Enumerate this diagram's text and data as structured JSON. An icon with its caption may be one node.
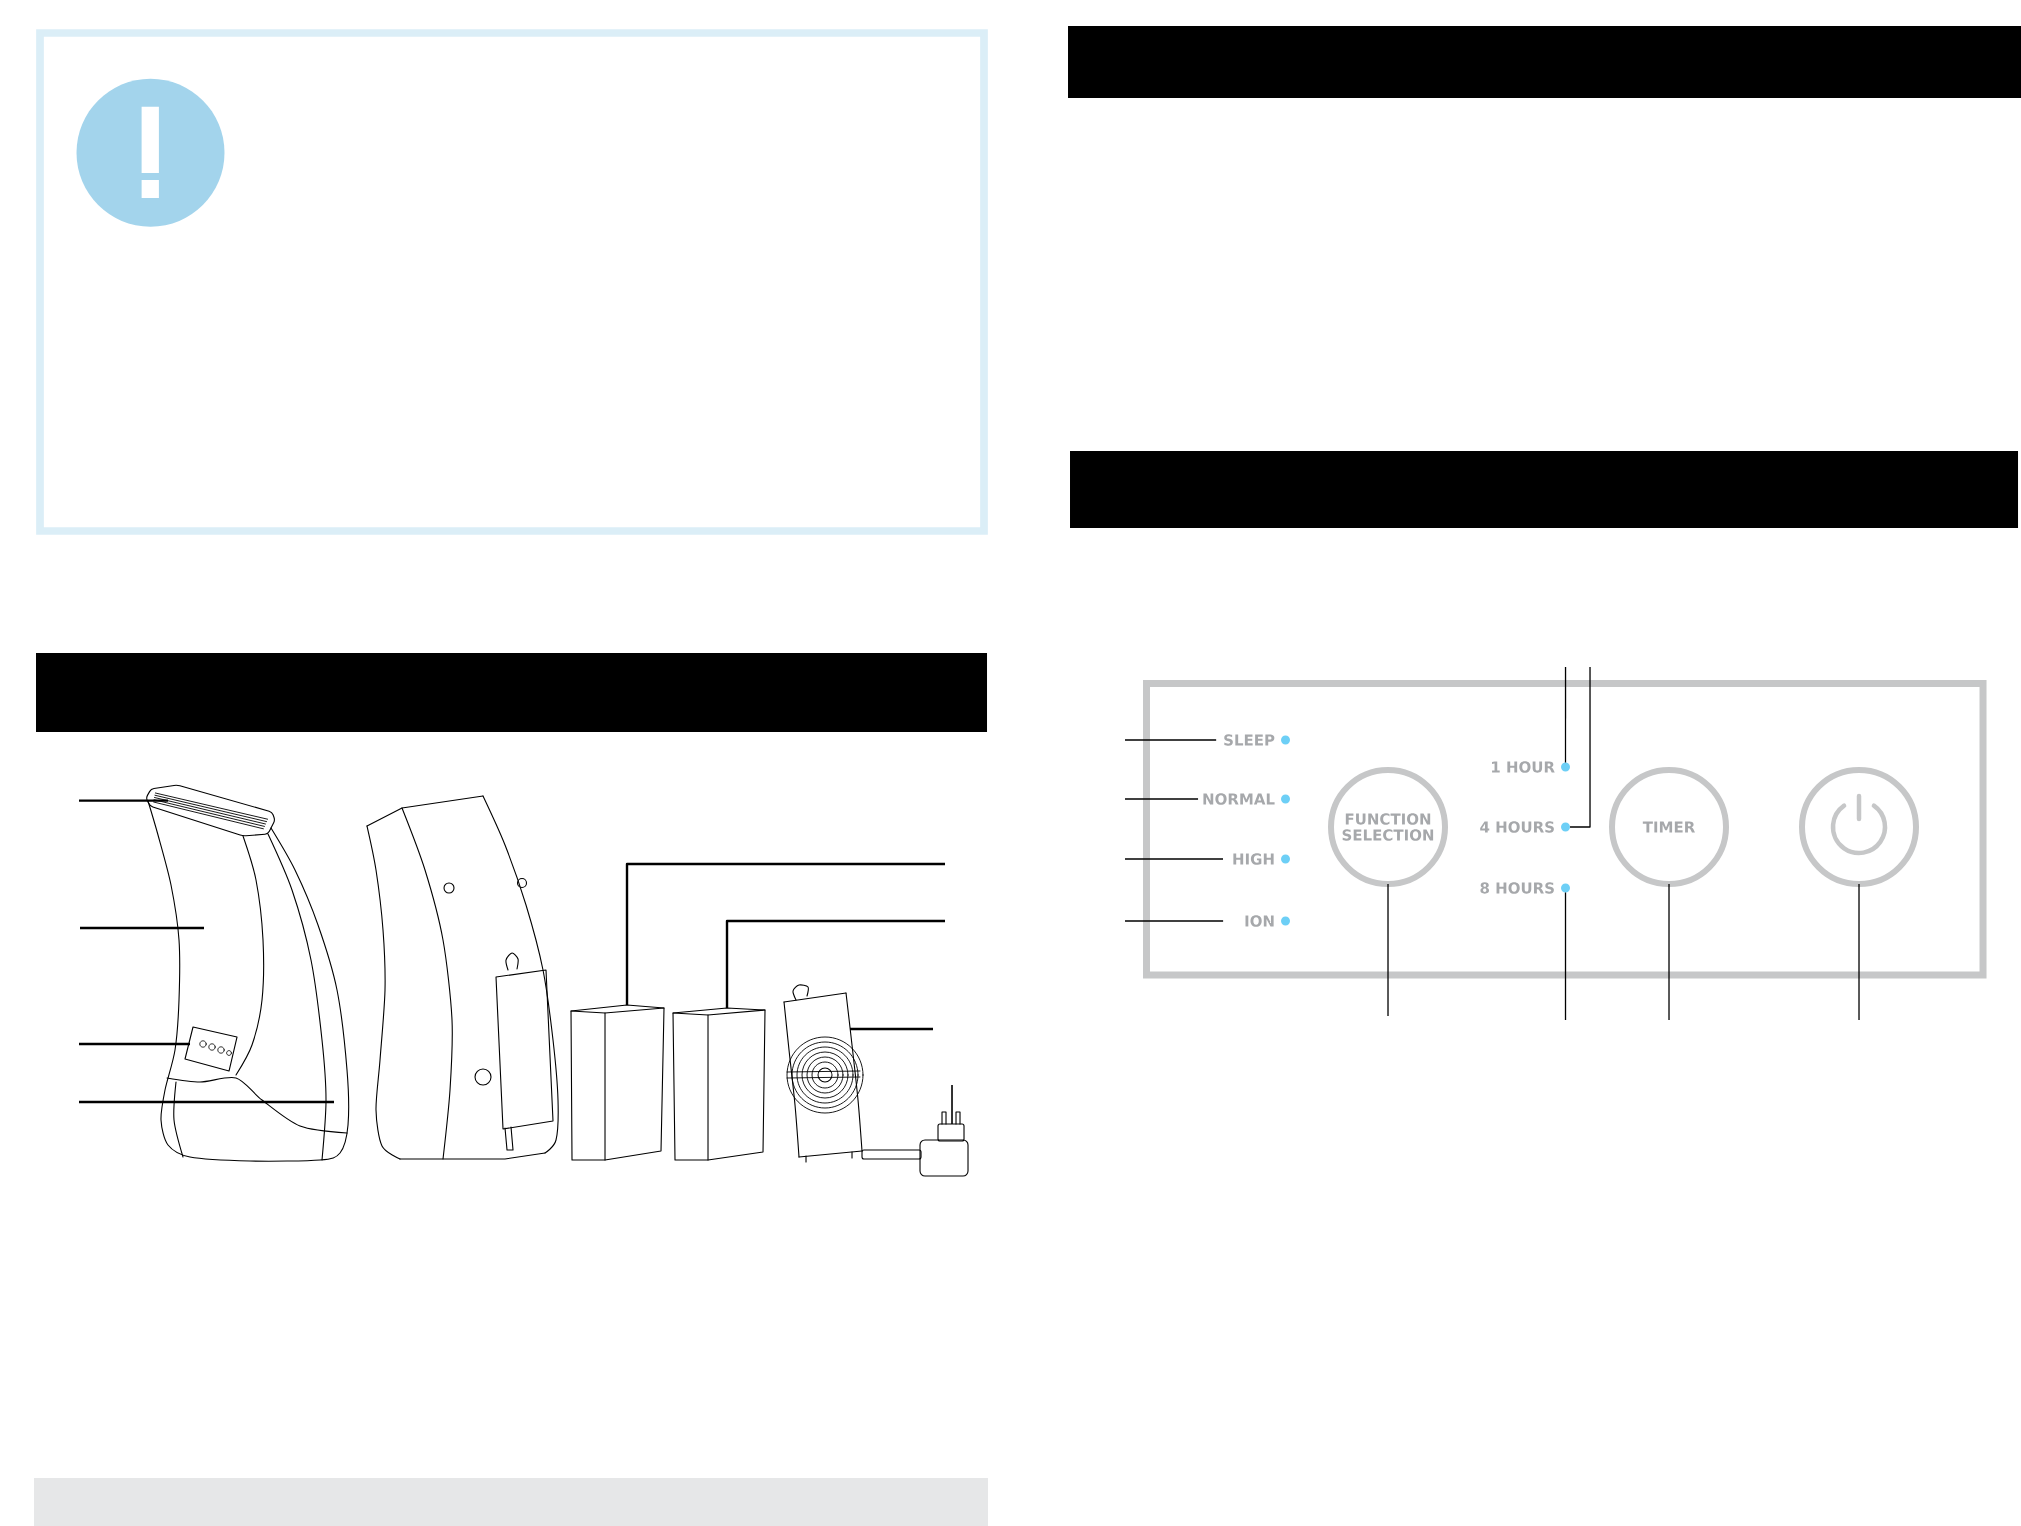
{
  "diagram": {
    "nodes": [
      {
        "text": [],
        "shape": "bar"
      },
      {
        "text": [],
        "shape": "picture"
      },
      {
        "text": [],
        "shape": "picture"
      },
      {
        "text": [],
        "shape": "picture"
      },
      {
        "text": [],
        "shape": "picture"
      },
      {
        "text": [],
        "shape": "picture"
      },
      {
        "text": [],
        "shape": "bar"
      },
      {
        "text": [],
        "shape": "bar"
      },
      {
        "text": [],
        "shape": "bar"
      },
      {
        "text": [],
        "shape": "box"
      },
      {
        "text": [
          "SLEEP"
        ],
        "in": 9
      },
      {
        "text": [
          "NORMAL"
        ],
        "in": 9
      },
      {
        "text": [
          "HIGH"
        ],
        "in": 9
      },
      {
        "text": [
          "ION"
        ],
        "in": 9
      },
      {
        "text": [
          "FUNCTION SELECTION"
        ],
        "in": 9
      },
      {
        "text": [
          "1 HOUR"
        ],
        "in": 9
      },
      {
        "text": [
          "4 HOURS"
        ],
        "in": 9
      },
      {
        "text": [
          "8 HOURS"
        ],
        "in": 9
      },
      {
        "text": [
          "TIMER"
        ],
        "in": 9
      },
      {
        "text": [],
        "shape": "circle",
        "in": 9
      }
    ],
    "edges": [
      {
        "from": null,
        "to": 1,
        "arrow": "none"
      },
      {
        "from": null,
        "to": 1,
        "arrow": "none"
      },
      {
        "from": null,
        "to": 1,
        "arrow": "none"
      },
      {
        "from": null,
        "to": 1,
        "arrow": "none"
      },
      {
        "from": null,
        "to": 2,
        "arrow": "none"
      },
      {
        "from": null,
        "to": 3,
        "arrow": "none"
      },
      {
        "from": null,
        "to": 4,
        "arrow": "none"
      },
      {
        "from": null,
        "to": 5,
        "arrow": "none"
      },
      {
        "from": null,
        "to": 10,
        "arrow": "none"
      },
      {
        "from": null,
        "to": 11,
        "arrow": "none"
      },
      {
        "from": null,
        "to": 12,
        "arrow": "none"
      },
      {
        "from": null,
        "to": 13,
        "arrow": "none"
      },
      {
        "from": null,
        "to": 15,
        "arrow": "none"
      },
      {
        "from": null,
        "to": 16,
        "arrow": "none"
      },
      {
        "from": null,
        "to": 14,
        "arrow": "none"
      },
      {
        "from": null,
        "to": 17,
        "arrow": "none"
      },
      {
        "from": null,
        "to": 18,
        "arrow": "none"
      },
      {
        "from": null,
        "to": 19,
        "arrow": "none"
      }
    ]
  }
}
